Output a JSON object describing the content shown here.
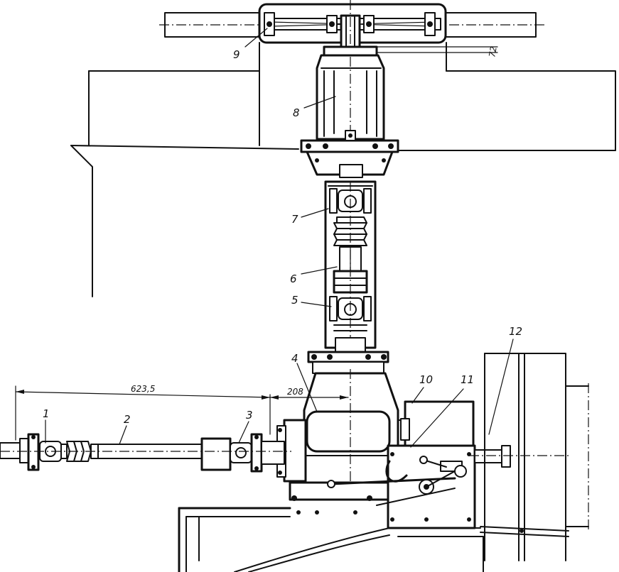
{
  "labels": {
    "l1": "1",
    "l2": "2",
    "l3": "3",
    "l4": "4",
    "l5": "5",
    "l6": "6",
    "l7": "7",
    "l8": "8",
    "l9": "9",
    "l10": "10",
    "l11": "11",
    "l12": "12"
  },
  "dimensions": {
    "d1": "623,5",
    "d2": "208",
    "d3": "72"
  }
}
